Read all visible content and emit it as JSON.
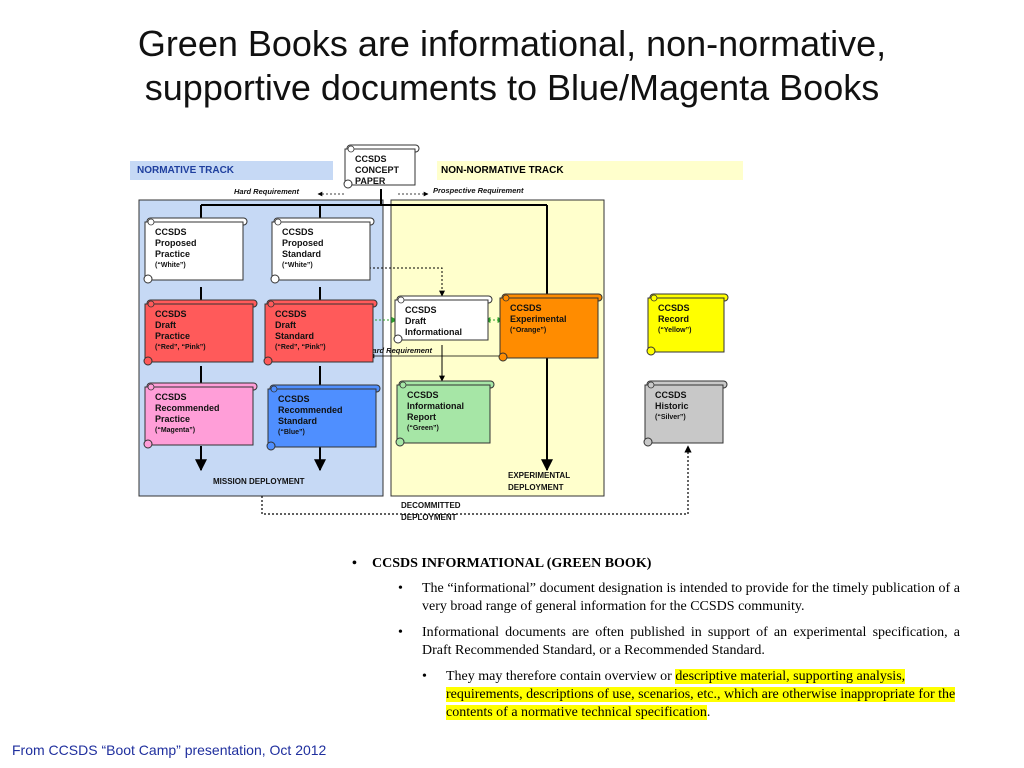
{
  "slide": {
    "title_line1": "Green Books are  informational, non-normative,",
    "title_line2": "supportive documents to Blue/Magenta Books",
    "footer": "From CCSDS “Boot Camp” presentation, Oct 2012"
  },
  "diagram": {
    "normative_track": "NORMATIVE TRACK",
    "non_normative_track": "NON-NORMATIVE TRACK",
    "hard_requirement": "Hard Requirement",
    "prospective_requirement": "Prospective Requirement",
    "hard_requirement_2": "Hard Requirement",
    "mission_deployment": "MISSION DEPLOYMENT",
    "experimental_deployment": [
      "EXPERIMENTAL",
      "DEPLOYMENT"
    ],
    "decommitted_deployment": [
      "DECOMMITTED",
      "DEPLOYMENT"
    ],
    "scrolls": [
      {
        "id": "concept",
        "lines": [
          "CCSDS",
          "CONCEPT",
          "PAPER"
        ],
        "color": "#ffffff",
        "small": ""
      },
      {
        "id": "proposed-practice",
        "lines": [
          "CCSDS",
          "Proposed",
          "Practice"
        ],
        "color": "#ffffff",
        "small": "(“White”)"
      },
      {
        "id": "proposed-standard",
        "lines": [
          "CCSDS",
          "Proposed",
          "Standard"
        ],
        "color": "#ffffff",
        "small": "(“White”)"
      },
      {
        "id": "draft-practice",
        "lines": [
          "CCSDS",
          "Draft",
          "Practice"
        ],
        "color": "#ff5a5a",
        "small": "(“Red”, “Pink”)"
      },
      {
        "id": "draft-standard",
        "lines": [
          "CCSDS",
          "Draft",
          "Standard"
        ],
        "color": "#ff5a5a",
        "small": "(“Red”, “Pink”)"
      },
      {
        "id": "draft-informational",
        "lines": [
          "CCSDS",
          "Draft",
          "Informational"
        ],
        "color": "#ffffff",
        "small": ""
      },
      {
        "id": "experimental",
        "lines": [
          "CCSDS",
          "Experimental"
        ],
        "color": "#ff8c00",
        "small": "(“Orange”)"
      },
      {
        "id": "record",
        "lines": [
          "CCSDS",
          "Record"
        ],
        "color": "#ffff00",
        "small": "(“Yellow”)"
      },
      {
        "id": "recommended-practice",
        "lines": [
          "CCSDS",
          "Recommended",
          "Practice"
        ],
        "color": "#ff9ed8",
        "small": "(“Magenta”)"
      },
      {
        "id": "recommended-standard",
        "lines": [
          "CCSDS",
          "Recommended",
          "Standard"
        ],
        "color": "#4f8fff",
        "small": "(“Blue”)"
      },
      {
        "id": "informational-report",
        "lines": [
          "CCSDS",
          "Informational",
          "Report"
        ],
        "color": "#a6e6a6",
        "small": "(“Green”)"
      },
      {
        "id": "historic",
        "lines": [
          "CCSDS",
          "Historic"
        ],
        "color": "#c8c8c8",
        "small": "(“Silver”)"
      }
    ]
  },
  "bullets": {
    "heading": "CCSDS INFORMATIONAL (GREEN BOOK)",
    "item1": "The “informational” document designation is intended to provide for the timely publication of a very broad range of general information for the CCSDS community.",
    "item2": "Informational documents are often published in support of an experimental specification, a Draft Recommended Standard, or a Recommended Standard.",
    "item3_plain": "They may therefore contain overview or ",
    "item3_highlight": "descriptive material, supporting analysis, requirements, descriptions of use, scenarios, etc., which are otherwise inappropriate for the contents of a normative technical specification",
    "item3_end": "."
  },
  "colors": {
    "normative_bg": "#c6d9f5",
    "non_normative_bg": "#ffffcc",
    "footer_text": "#1f2f9e",
    "highlight": "#ffff00"
  }
}
